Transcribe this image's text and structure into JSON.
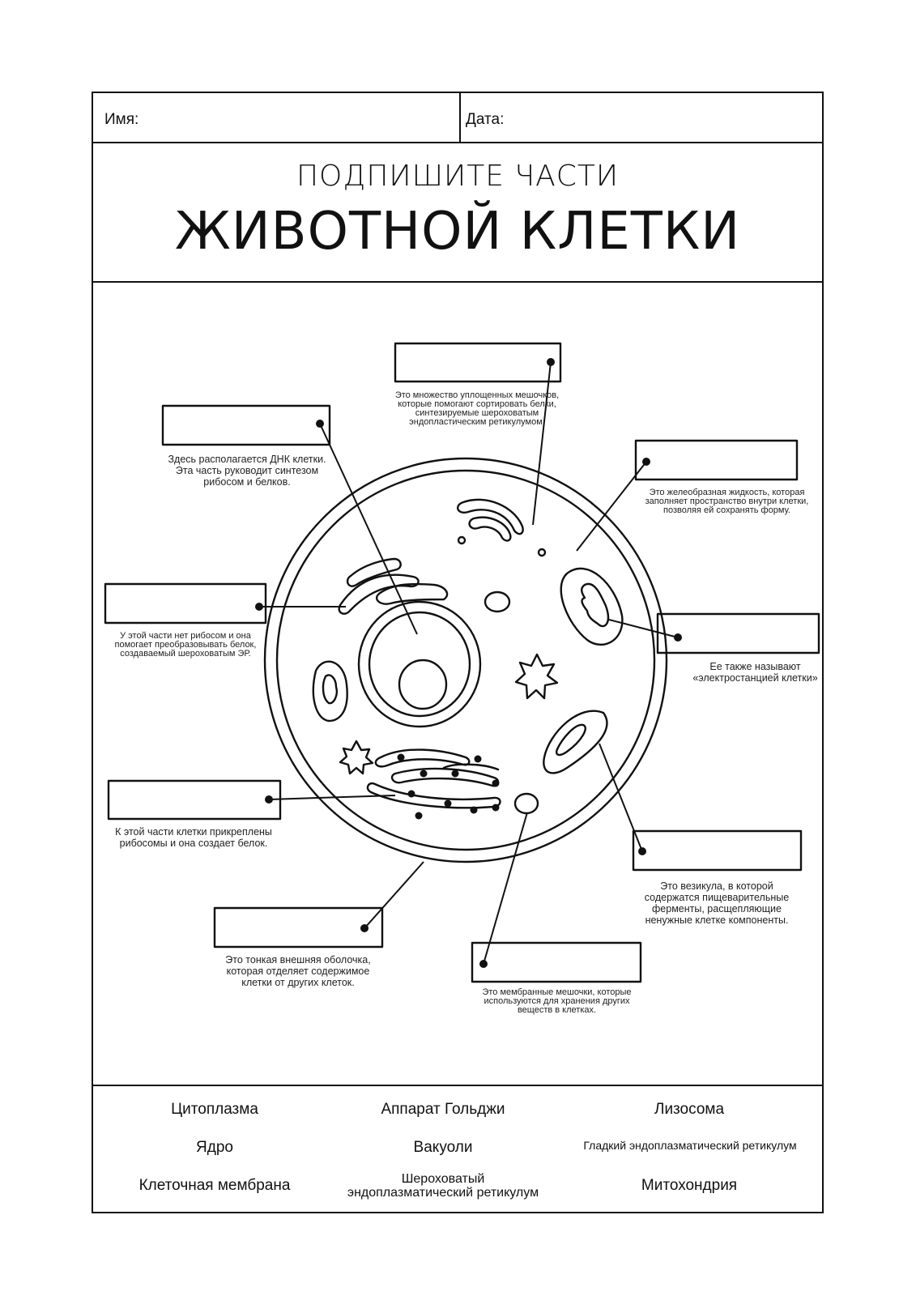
{
  "header": {
    "name_label": "Имя:",
    "date_label": "Дата:"
  },
  "title": {
    "subtitle": "ПОДПИШИТЕ ЧАСТИ",
    "main": "ЖИВОТНОЙ КЛЕТКИ"
  },
  "descriptions": {
    "golgi": "Это множество уплощенных мешочков, которые помогают сортировать белки, синтезируемые шероховатым эндопластическим ретикулумом.",
    "nucleus": "Здесь располагается ДНК клетки. Эта часть руководит синтезом рибосом и белков.",
    "cytoplasm": "Это желеобразная жидкость, которая заполняет пространство внутри клетки, позволяя ей сохранять форму.",
    "smooth_er": "У этой части нет рибосом и она помогает преобразовывать белок, создаваемый шероховатым ЭР.",
    "mitochondria": "Ее также называют «электростанцией клетки»",
    "rough_er": "К этой части клетки прикреплены рибосомы и она создает белок.",
    "lysosome": "Это везикула, в которой содержатся пищеварительные ферменты, расщепляющие ненужные клетке компоненты.",
    "membrane": "Это тонкая внешняя оболочка, которая отделяет содержимое клетки от других клеток.",
    "vacuole": "Это мембранные мешочки, которые используются для хранения других веществ в клетках."
  },
  "word_bank": {
    "r1c1": "Цитоплазма",
    "r1c2": "Аппарат Гольджи",
    "r1c3": "Лизосома",
    "r2c1": "Ядро",
    "r2c2": "Вакуоли",
    "r2c3": "Гладкий эндоплазматический ретикулум",
    "r3c1": "Клеточная мембрана",
    "r3c2_line1": "Шероховатый",
    "r3c2_line2": "эндоплазматический ретикулум",
    "r3c3": "Митохондрия"
  }
}
